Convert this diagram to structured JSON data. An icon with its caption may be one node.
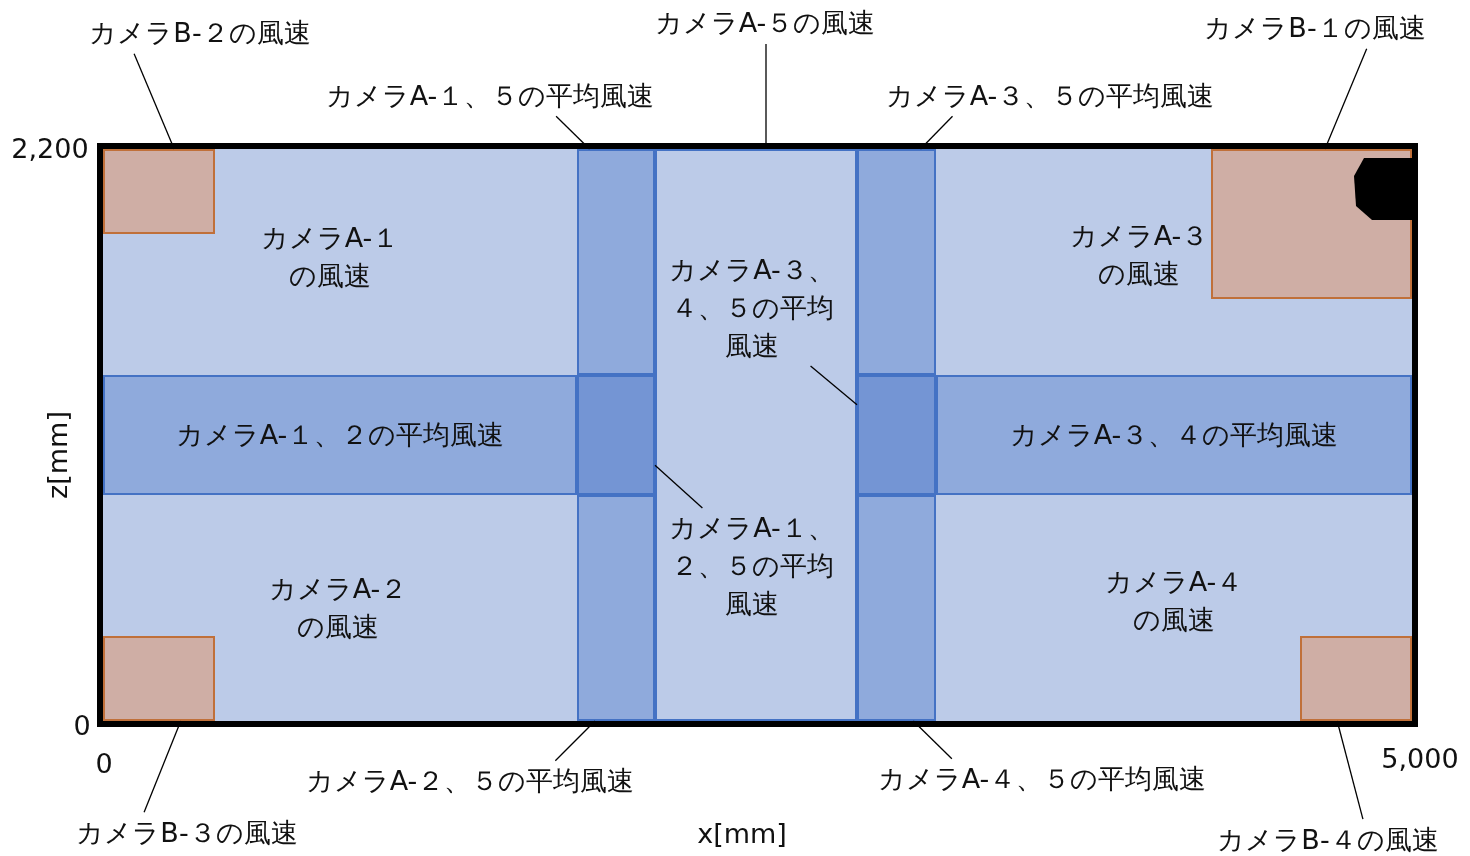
{
  "diagram": {
    "nodes": [
      {
        "text": [
          "カメラA-１の風速"
        ]
      },
      {
        "text": [
          "カメラA-３の風速"
        ]
      },
      {
        "text": [
          "カメラA-１、２の平均風速"
        ]
      },
      {
        "text": [
          "カメラA-３、４の平均風速"
        ]
      },
      {
        "text": [
          "カメラA-２の風速"
        ]
      },
      {
        "text": [
          "カメラA-４の風速"
        ]
      },
      {
        "text": [],
        "shape": "box"
      },
      {
        "text": [],
        "shape": "box"
      },
      {
        "text": [],
        "shape": "box"
      },
      {
        "text": [],
        "shape": "box"
      },
      {
        "text": [],
        "shape": "box"
      },
      {
        "text": [],
        "shape": "box"
      },
      {
        "text": [],
        "shape": "box"
      },
      {
        "text": [],
        "shape": "box",
        "in": 0
      },
      {
        "text": [],
        "shape": "box",
        "in": 1
      },
      {
        "text": [],
        "shape": "box",
        "in": 4
      },
      {
        "text": [],
        "shape": "box",
        "in": 5
      },
      {
        "text": [
          "カメラB-２の風速"
        ]
      },
      {
        "text": [
          "カメラA-５の風速"
        ]
      },
      {
        "text": [
          "カメラB-１の風速"
        ]
      },
      {
        "text": [
          "カメラA-１、５の平均風速"
        ]
      },
      {
        "text": [
          "カメラA-３、５の平均風速"
        ]
      },
      {
        "text": [
          "カメラA-３、４、５の平均風速"
        ],
        "in": 6
      },
      {
        "text": [
          "カメラA-１、２、５の平均風速"
        ],
        "in": 6
      },
      {
        "text": [
          "カメラA-２、５の平均風速"
        ]
      },
      {
        "text": [
          "カメラA-４、５の平均風速"
        ]
      },
      {
        "text": [
          "カメラB-３の風速"
        ]
      },
      {
        "text": [
          "カメラB-４の風速"
        ]
      }
    ],
    "edges": [
      {
        "from": 17,
        "to": 13,
        "arrow": "none"
      },
      {
        "from": 18,
        "to": 6,
        "arrow": "none"
      },
      {
        "from": 19,
        "to": 14,
        "arrow": "none"
      },
      {
        "from": 20,
        "to": 7,
        "arrow": "none"
      },
      {
        "from": 21,
        "to": 8,
        "arrow": "none"
      },
      {
        "from": 22,
        "to": 12,
        "arrow": "none"
      },
      {
        "from": 23,
        "to": 11,
        "arrow": "none"
      },
      {
        "from": 24,
        "to": 9,
        "arrow": "none"
      },
      {
        "from": 25,
        "to": 10,
        "arrow": "none"
      },
      {
        "from": 26,
        "to": 15,
        "arrow": "none"
      },
      {
        "from": 27,
        "to": 16,
        "arrow": "none"
      }
    ],
    "labels": [
      "2,200",
      "z[mm]",
      "0",
      "0",
      "5,000",
      "x[mm]"
    ]
  }
}
